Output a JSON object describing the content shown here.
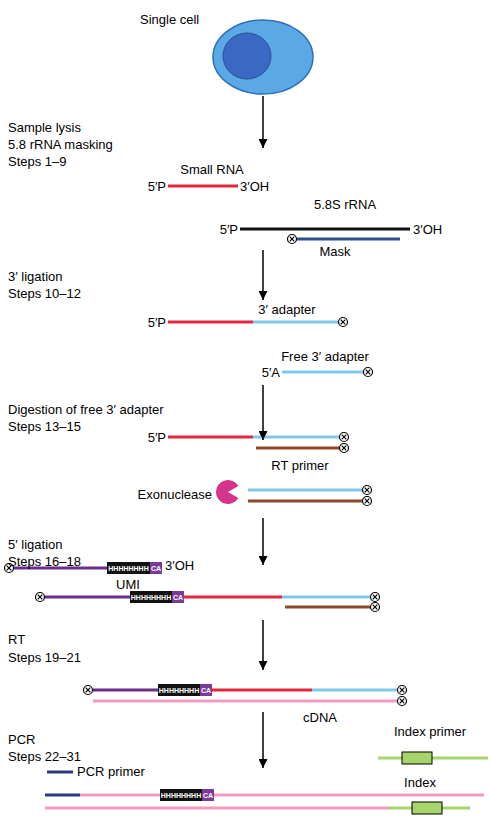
{
  "diagram": {
    "nodes": [
      {
        "text": [
          "Single cell"
        ]
      },
      {
        "text": [
          "Sample lysis",
          "5.8 rRNA masking",
          "Steps 1–9"
        ]
      },
      {
        "text": [
          "3′ ligation",
          "Steps 10–12"
        ]
      },
      {
        "text": [
          "Digestion of free 3′ adapter",
          "Steps 13–15"
        ]
      },
      {
        "text": [
          "5′ ligation",
          "Steps 16–18"
        ]
      },
      {
        "text": [
          "RT",
          "Steps 19–21"
        ]
      },
      {
        "text": [
          "PCR",
          "Steps 22–31"
        ]
      }
    ],
    "edges": [
      {
        "from": 0,
        "to": 1,
        "arrow": "to"
      },
      {
        "from": 1,
        "to": 2,
        "arrow": "to"
      },
      {
        "from": 2,
        "to": 3,
        "arrow": "to"
      },
      {
        "from": 3,
        "to": 4,
        "arrow": "to"
      },
      {
        "from": 4,
        "to": 5,
        "arrow": "to"
      },
      {
        "from": 5,
        "to": 6,
        "arrow": "to"
      }
    ],
    "labels": [
      "Small RNA",
      "5′P",
      "3′OH",
      "5.8S rRNA",
      "5′P",
      "3′OH",
      "Mask",
      "3′ adapter",
      "5′P",
      "Free 3′ adapter",
      "5′A",
      "5′P",
      "RT primer",
      "Exonuclease",
      "HHHHHHHH",
      "CA",
      "3′OH",
      "UMI",
      "HHHHHHHH",
      "CA",
      "HHHHHHHH",
      "CA",
      "cDNA",
      "Index primer",
      "PCR primer",
      "HHHHHHHH",
      "CA",
      "Index"
    ]
  }
}
